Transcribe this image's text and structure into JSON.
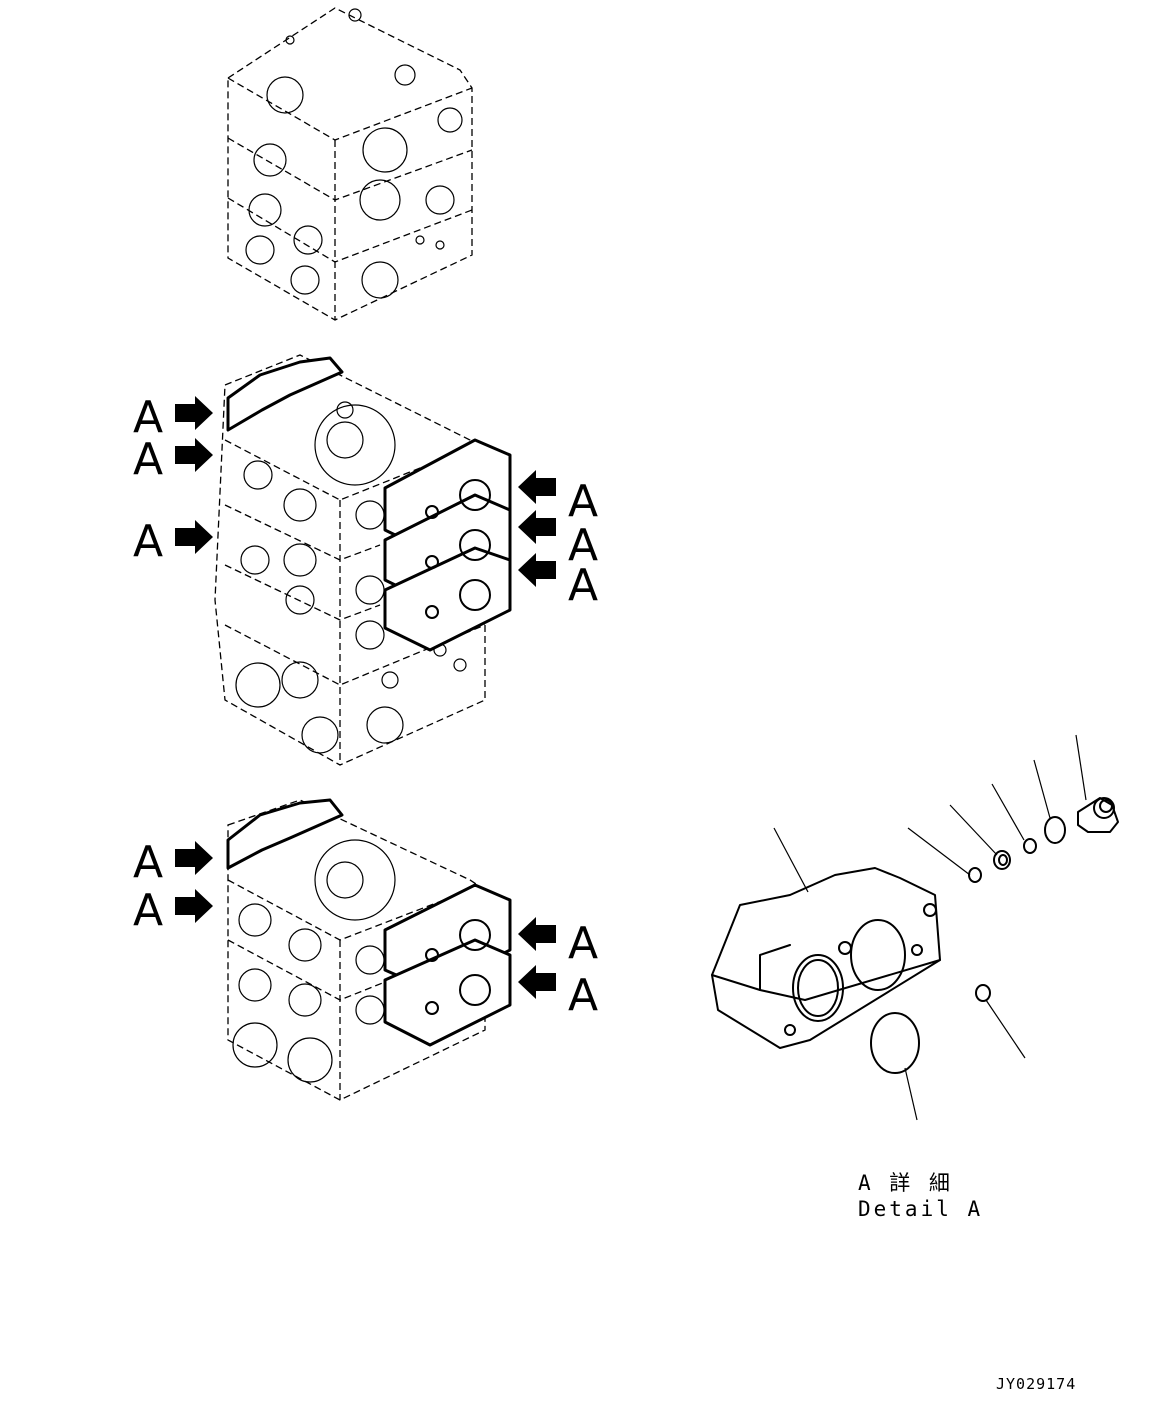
{
  "callout_letter": "A",
  "detail": {
    "caption_jp": "A 詳 細",
    "caption_en": "Detail A"
  },
  "drawing_code": "JY029174"
}
